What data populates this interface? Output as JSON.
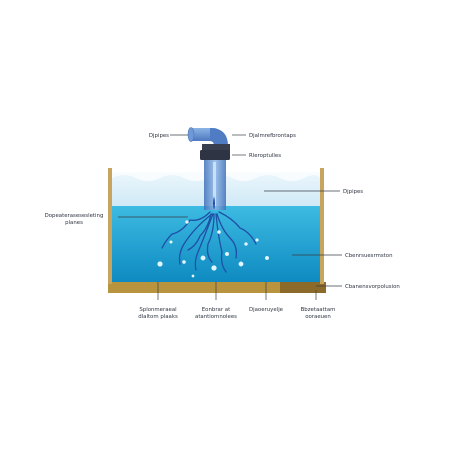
{
  "diagram": {
    "labels": {
      "pipe_left": "Djpipes",
      "pipe_right": "Djalmrefbrontaps",
      "nozzle": "Rleroptulles",
      "air_zone": "Djpipes",
      "side_line1": "Dopeaterasesesleting",
      "side_line2": "planes",
      "water_zone": "Cbenrsuesrmston",
      "tank_base": "Cbanensvorpolusion",
      "bottom_1_line1": "Splonmeraeal",
      "bottom_1_line2": "dlaltom plaaks",
      "bottom_2_line1": "Eonbrar at",
      "bottom_2_line2": "atantiomnolees",
      "bottom_3": "Djaoeruyelje",
      "bottom_4_line1": "Bbzetaattam",
      "bottom_4_line2": "ooraeuen"
    },
    "colors": {
      "tank_wall": "#c8a55e",
      "tank_base": "#b5913f",
      "air_layer": "#d8eef8",
      "water_top": "#35b3dc",
      "water_bottom": "#0f8ec4",
      "pipe": "#5b86c8",
      "pipe_dark": "#3a3f4f",
      "roots": "#1f4fa6",
      "bubbles": "#d9f3ff"
    }
  }
}
